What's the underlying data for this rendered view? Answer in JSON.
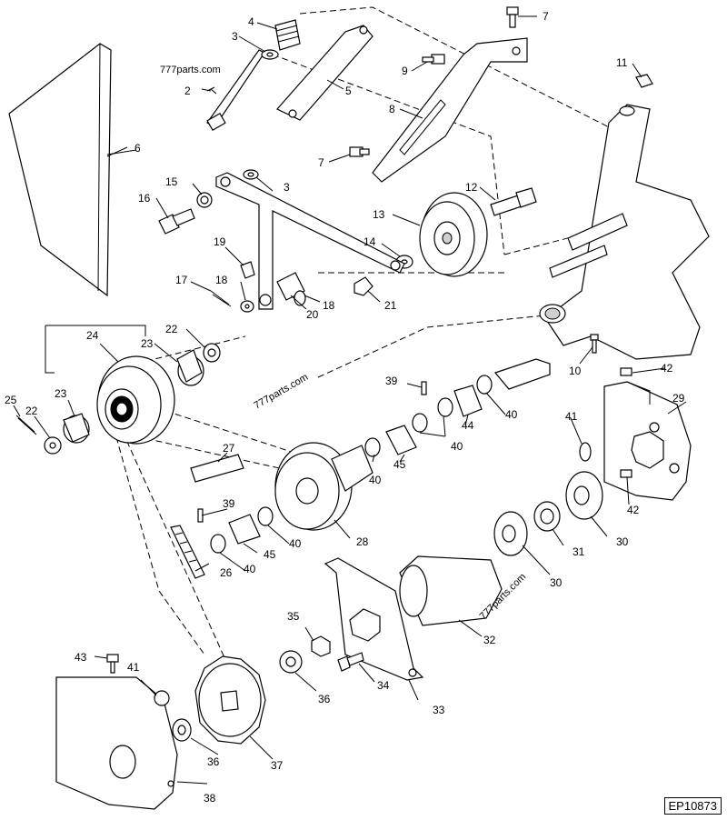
{
  "diagram_code": "EP10873",
  "watermark": "777parts.com",
  "labels": {
    "p2": "2",
    "p3a": "3",
    "p3b": "3",
    "p4": "4",
    "p5": "5",
    "p6": "6",
    "p7a": "7",
    "p7b": "7",
    "p8": "8",
    "p9": "9",
    "p10": "10",
    "p11": "11",
    "p12": "12",
    "p13": "13",
    "p14": "14",
    "p15": "15",
    "p16": "16",
    "p17": "17",
    "p18a": "18",
    "p18b": "18",
    "p19": "19",
    "p20": "20",
    "p21": "21",
    "p22a": "22",
    "p22b": "22",
    "p23a": "23",
    "p23b": "23",
    "p24": "24",
    "p25": "25",
    "p26": "26",
    "p27": "27",
    "p28": "28",
    "p29": "29",
    "p30a": "30",
    "p30b": "30",
    "p31": "31",
    "p32": "32",
    "p33": "33",
    "p34": "34",
    "p35": "35",
    "p36a": "36",
    "p36b": "36",
    "p37": "37",
    "p38": "38",
    "p39a": "39",
    "p39b": "39",
    "p40a": "40",
    "p40b": "40",
    "p40c": "40",
    "p40d": "40",
    "p41a": "41",
    "p41b": "41",
    "p42a": "42",
    "p42b": "42",
    "p43": "43",
    "p44": "44",
    "p45a": "45",
    "p45b": "45"
  }
}
